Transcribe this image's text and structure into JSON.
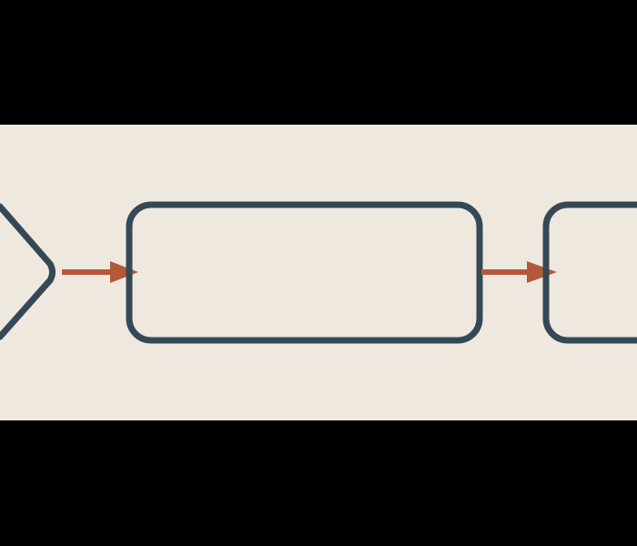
{
  "colors": {
    "background": "#000000",
    "canvas": "#efe8df",
    "node_stroke": "#344955",
    "connector": "#b4583a"
  },
  "nodes": [
    {
      "id": "start-chevron",
      "shape": "chevron",
      "label": ""
    },
    {
      "id": "process-box-1",
      "shape": "rounded-rectangle",
      "label": ""
    },
    {
      "id": "process-box-2",
      "shape": "rounded-rectangle",
      "label": ""
    }
  ],
  "edges": [
    {
      "from": "start-chevron",
      "to": "process-box-1"
    },
    {
      "from": "process-box-1",
      "to": "process-box-2"
    }
  ]
}
